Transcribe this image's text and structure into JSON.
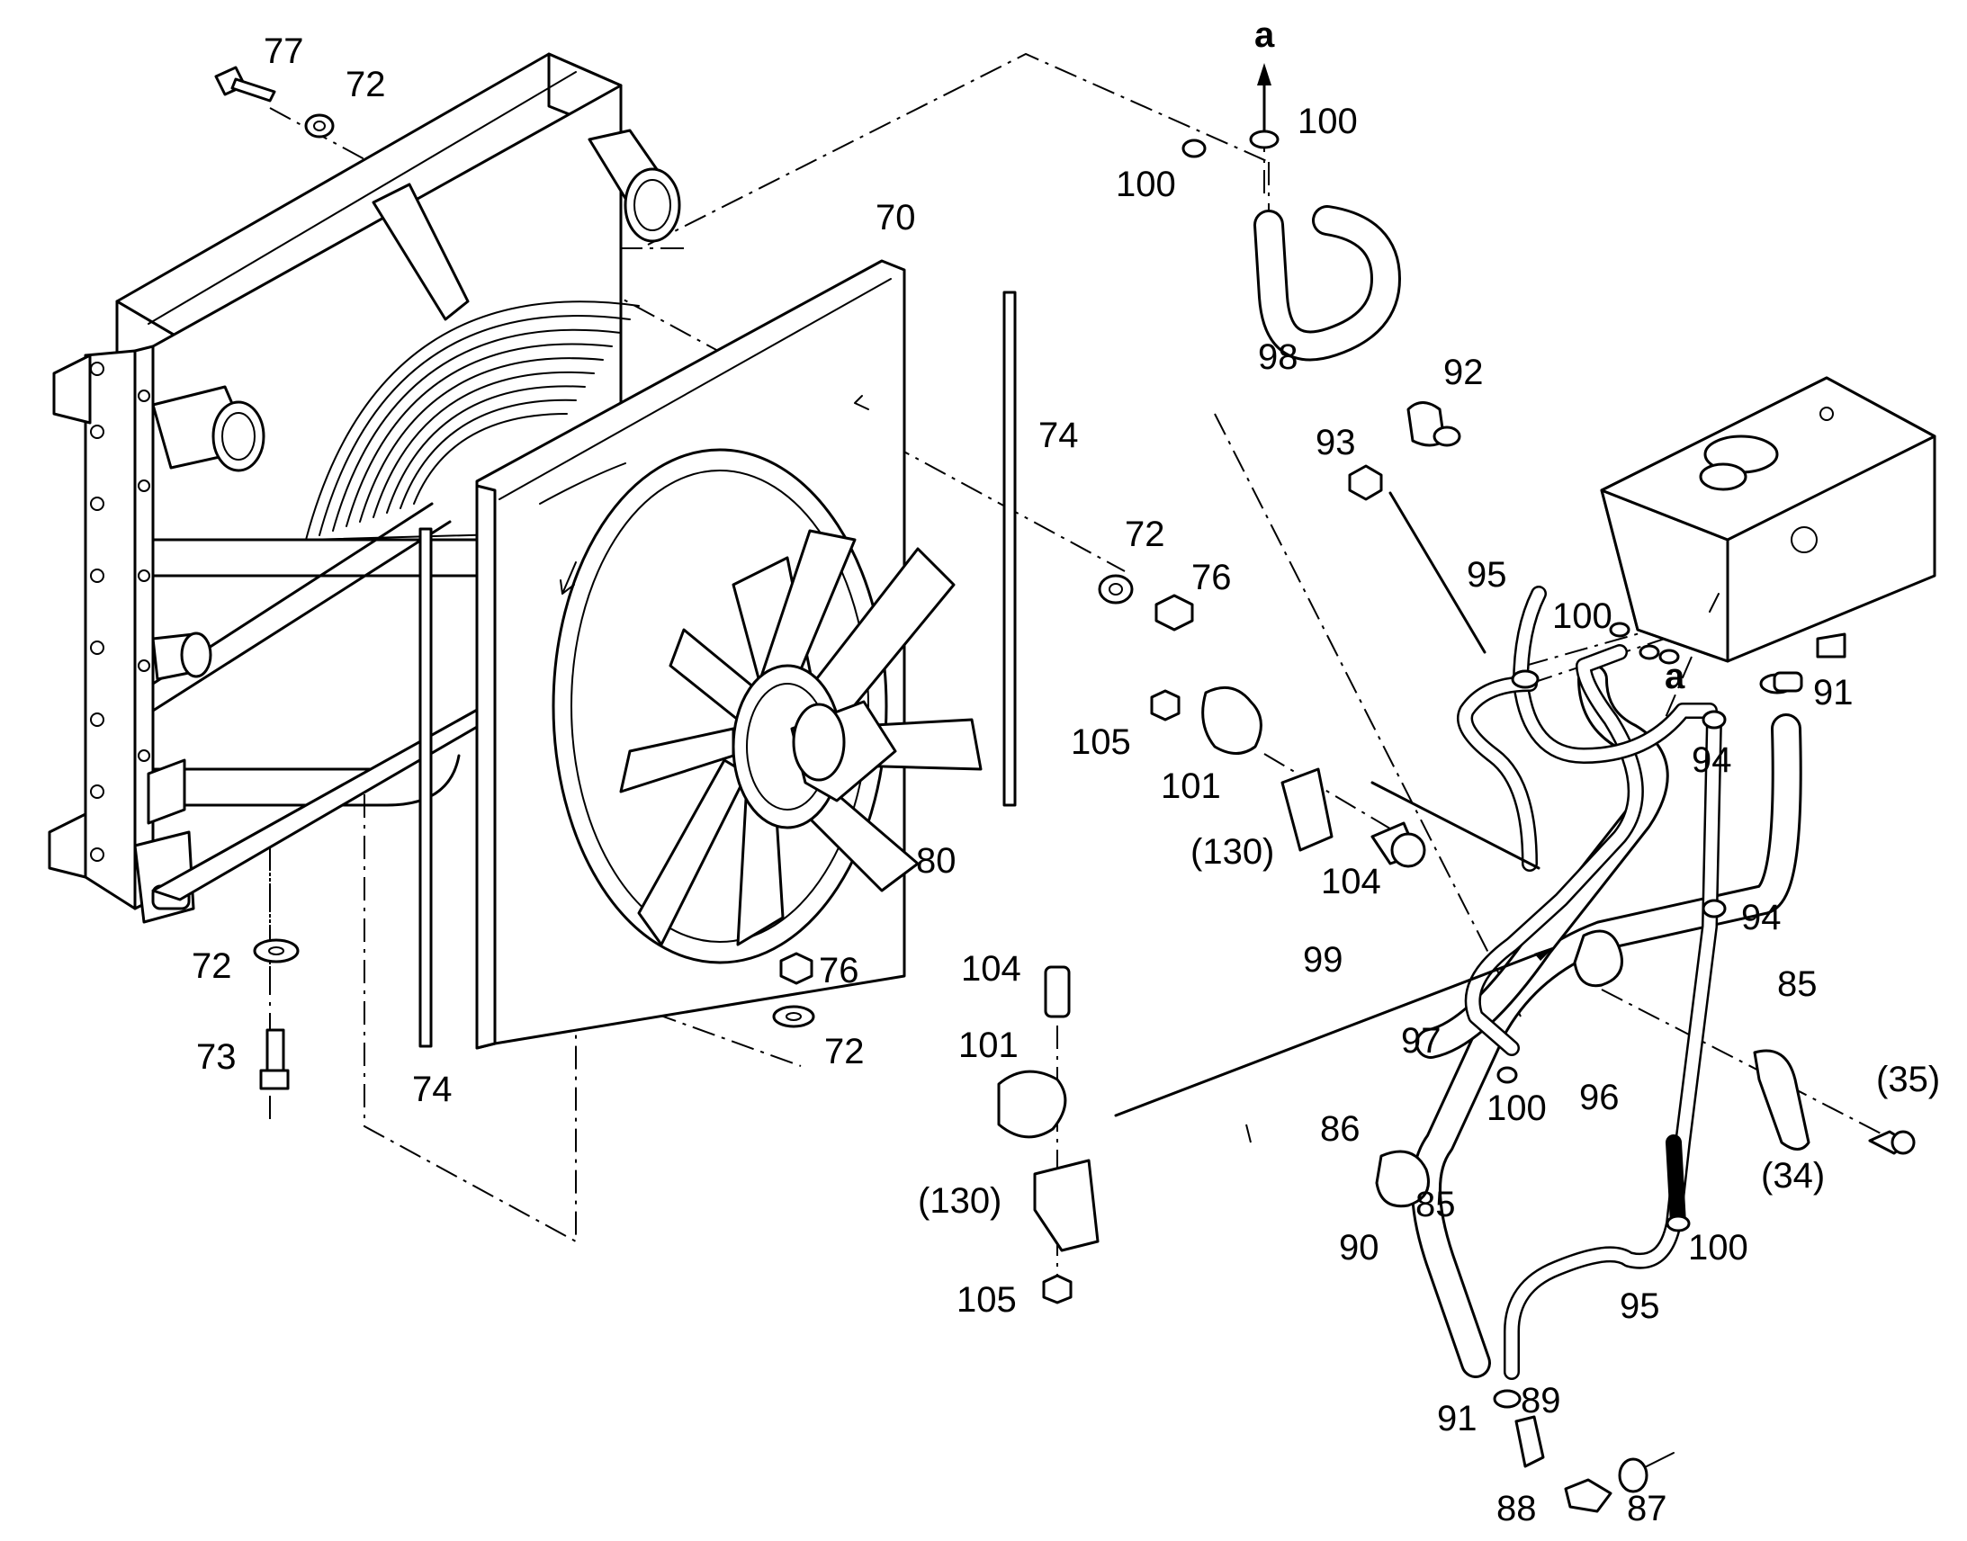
{
  "callouts": {
    "c77": "77",
    "c72_top": "72",
    "c70": "70",
    "c74_right": "74",
    "c72_mid": "72",
    "c76_mid": "76",
    "c80": "80",
    "c76_low": "76",
    "c72_low": "72",
    "c74_left": "74",
    "c72_left": "72",
    "c73": "73",
    "ca_top": "a",
    "c100_tr": "100",
    "c100_tl": "100",
    "c98": "98",
    "c92": "92",
    "c93": "93",
    "c95_top": "95",
    "c100_mid": "100",
    "ca_mid": "a",
    "c91_top": "91",
    "c94_top": "94",
    "c105_top": "105",
    "c101_top": "101",
    "c130_top": "(130)",
    "c104_top": "104",
    "c99": "99",
    "c94_mid": "94",
    "c85_right": "85",
    "c97": "97",
    "c100_low": "100",
    "c96": "96",
    "c35": "(35)",
    "c34": "(34)",
    "c104_low": "104",
    "c101_low": "101",
    "c130_low": "(130)",
    "c105_low": "105",
    "c86": "86",
    "c85_left": "85",
    "c90": "90",
    "c100_br": "100",
    "c95_low": "95",
    "c91_low": "91",
    "c89": "89",
    "c88": "88",
    "c87": "87"
  }
}
